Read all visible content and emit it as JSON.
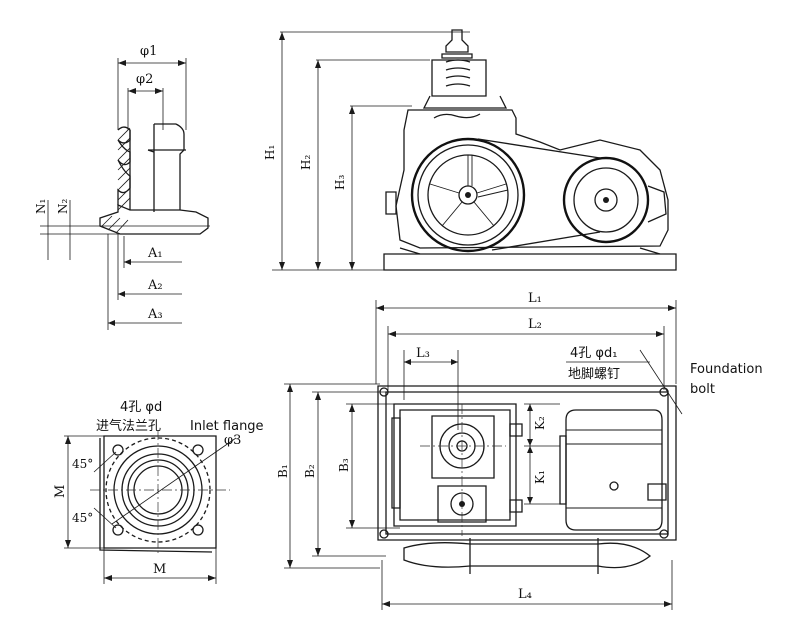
{
  "labels": {
    "phi1": "φ1",
    "phi2": "φ2",
    "phi3": "φ3",
    "A1": "A₁",
    "A2": "A₂",
    "A3": "A₃",
    "N1": "N₁",
    "N2": "N₂",
    "H1": "H₁",
    "H2": "H₂",
    "H3": "H₃",
    "L1": "L₁",
    "L2": "L₂",
    "L3": "L₃",
    "L4": "L₄",
    "B1": "B₁",
    "B2": "B₂",
    "B3": "B₃",
    "K1": "K₁",
    "K2": "K₂",
    "M_vertical": "M",
    "M_horizontal": "M",
    "angle_top": "45°",
    "angle_bottom": "45°"
  },
  "inlet_flange": {
    "holes": "4孔 φd",
    "chinese": "进气法兰孔",
    "english": "Inlet flange"
  },
  "foundation": {
    "holes": "4孔 φd₁",
    "chinese": "地脚螺钉",
    "english_line1": "Foundation",
    "english_line2": "bolt"
  }
}
